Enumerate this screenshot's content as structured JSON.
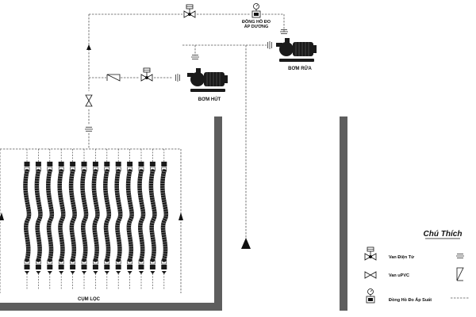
{
  "labels": {
    "pressure_gauge_line1": "ĐỒNG HỒ ĐO",
    "pressure_gauge_line2": "ÁP DƯƠNG",
    "wash_pump": "BƠM RỬA",
    "suction_pump": "BƠM HÚT",
    "filter_cluster": "CỤM LỌC"
  },
  "legend": {
    "title": "Chú Thích",
    "items": [
      {
        "icon": "solenoid-valve-icon",
        "label": "Van Điện Từ"
      },
      {
        "icon": "upvc-valve-icon",
        "label": "Van uPVC"
      },
      {
        "icon": "pressure-gauge-icon",
        "label": "Đồng Hồ Đo Áp Suất"
      },
      {
        "icon": "union-joint-icon",
        "label": ""
      },
      {
        "icon": "check-valve-icon",
        "label": ""
      },
      {
        "icon": "pipe-line-icon",
        "label": ""
      }
    ]
  },
  "colors": {
    "equipment": "#1a1a1a",
    "wall": "#5e5e5e",
    "pipe": "#555555"
  },
  "filter_count": 13
}
